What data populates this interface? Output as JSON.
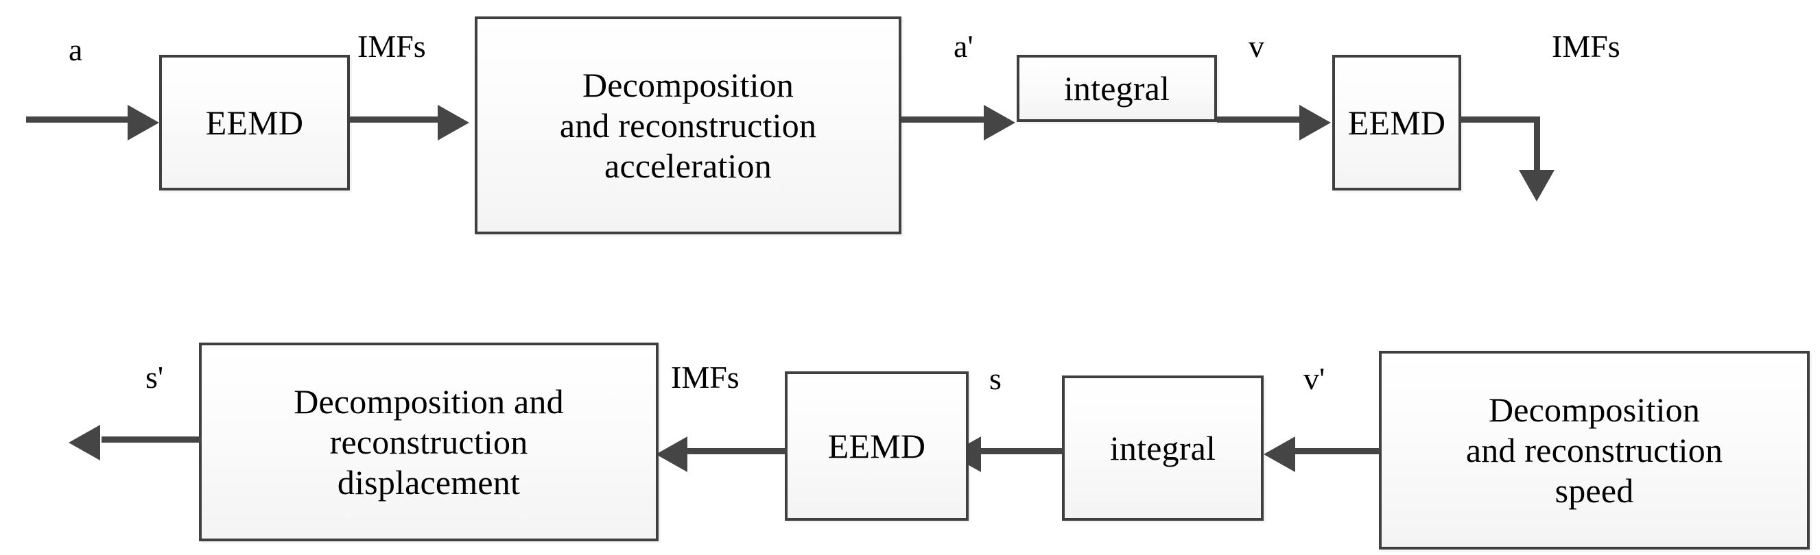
{
  "diagram": {
    "title": "EEMD decomposition and reconstruction signal processing flowchart",
    "colors": {
      "box_border": "#3f3f3f",
      "box_fill_top": "#ffffff",
      "box_fill_bottom": "#f4f4f4",
      "connector": "#454545",
      "text": "#000000",
      "background": "#ffffff"
    },
    "nodes": [
      {
        "id": "eemd-1",
        "label": "EEMD"
      },
      {
        "id": "decomp-accel",
        "label": "Decomposition\nand reconstruction\nacceleration"
      },
      {
        "id": "integral-1",
        "label": "integral"
      },
      {
        "id": "eemd-2",
        "label": "EEMD"
      },
      {
        "id": "decomp-speed",
        "label": "Decomposition\nand reconstruction\nspeed"
      },
      {
        "id": "integral-2",
        "label": "integral"
      },
      {
        "id": "eemd-3",
        "label": "EEMD"
      },
      {
        "id": "decomp-displace",
        "label": "Decomposition and\nreconstruction\ndisplacement"
      }
    ],
    "edge_labels": [
      {
        "id": "in-a",
        "text": "a"
      },
      {
        "id": "imfs-1",
        "text": "IMFs"
      },
      {
        "id": "a-prime",
        "text": "a'"
      },
      {
        "id": "v",
        "text": "v"
      },
      {
        "id": "imfs-2",
        "text": "IMFs"
      },
      {
        "id": "v-prime",
        "text": "v'"
      },
      {
        "id": "s",
        "text": "s"
      },
      {
        "id": "imfs-3",
        "text": "IMFs"
      },
      {
        "id": "s-prime",
        "text": "s'"
      }
    ]
  }
}
